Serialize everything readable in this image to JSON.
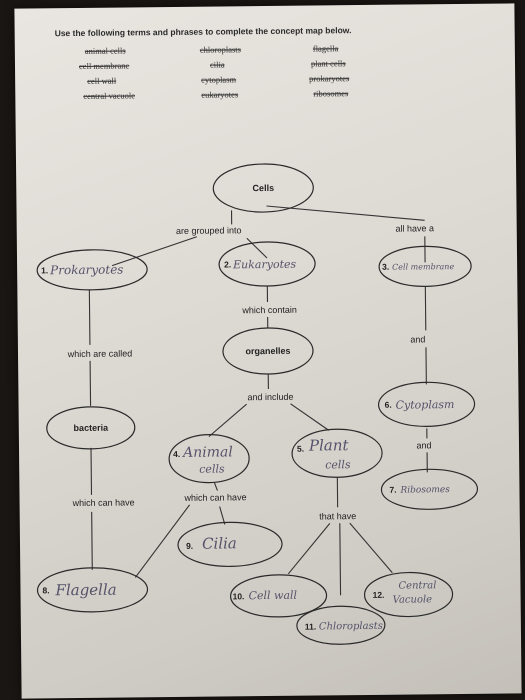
{
  "instructions": "Use the following terms and phrases to complete the concept map below.",
  "word_bank": {
    "col1": [
      "animal cells",
      "cell membrane",
      "cell wall",
      "central vacuole"
    ],
    "col2": [
      "chloroplasts",
      "cilia",
      "cytoplasm",
      "eukaryotes"
    ],
    "col3": [
      "flagella",
      "plant cells",
      "prokaryotes",
      "ribosomes"
    ]
  },
  "map": {
    "cells": "Cells",
    "organelles": "organelles",
    "bacteria": "bacteria",
    "links": {
      "are_grouped_into": "are grouped into",
      "all_have_a": "all have a",
      "which_contain": "which contain",
      "which_are_called": "which are called",
      "and_1": "and",
      "and_include": "and include",
      "and_2": "and",
      "which_can_have_left": "which can have",
      "which_can_have_mid": "which can have",
      "that_have": "that have"
    },
    "answers": [
      {
        "num": "1.",
        "text": "Prokaryotes"
      },
      {
        "num": "2.",
        "text": "Eukaryotes"
      },
      {
        "num": "3.",
        "text": "Cell membrane"
      },
      {
        "num": "4.",
        "text": "Animal",
        "text2": "cells"
      },
      {
        "num": "5.",
        "text": "Plant",
        "text2": "cells"
      },
      {
        "num": "6.",
        "text": "Cytoplasm"
      },
      {
        "num": "7.",
        "text": "Ribosomes"
      },
      {
        "num": "8.",
        "text": "Flagella"
      },
      {
        "num": "9.",
        "text": "Cilia"
      },
      {
        "num": "10.",
        "text": "Cell wall"
      },
      {
        "num": "11.",
        "text": "Chloroplasts"
      },
      {
        "num": "12.",
        "text": "Central",
        "text2": "Vacuole"
      }
    ]
  }
}
